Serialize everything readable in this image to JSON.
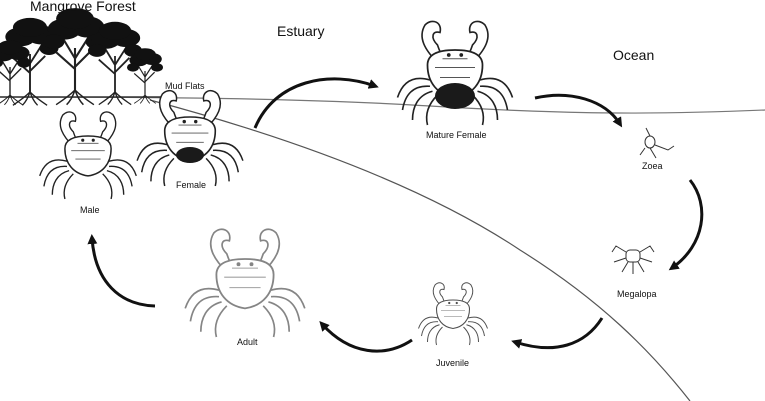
{
  "regions": {
    "mangrove": "Mangrove Forest",
    "estuary": "Estuary",
    "ocean": "Ocean",
    "mudflats": "Mud Flats"
  },
  "stages": {
    "male": "Male",
    "female": "Female",
    "mature_female": "Mature Female",
    "zoea": "Zoea",
    "megalopa": "Megalopa",
    "juvenile": "Juvenile",
    "adult": "Adult"
  },
  "colors": {
    "ink": "#111111",
    "line": "#555555",
    "egg": "#1a1a1a"
  }
}
